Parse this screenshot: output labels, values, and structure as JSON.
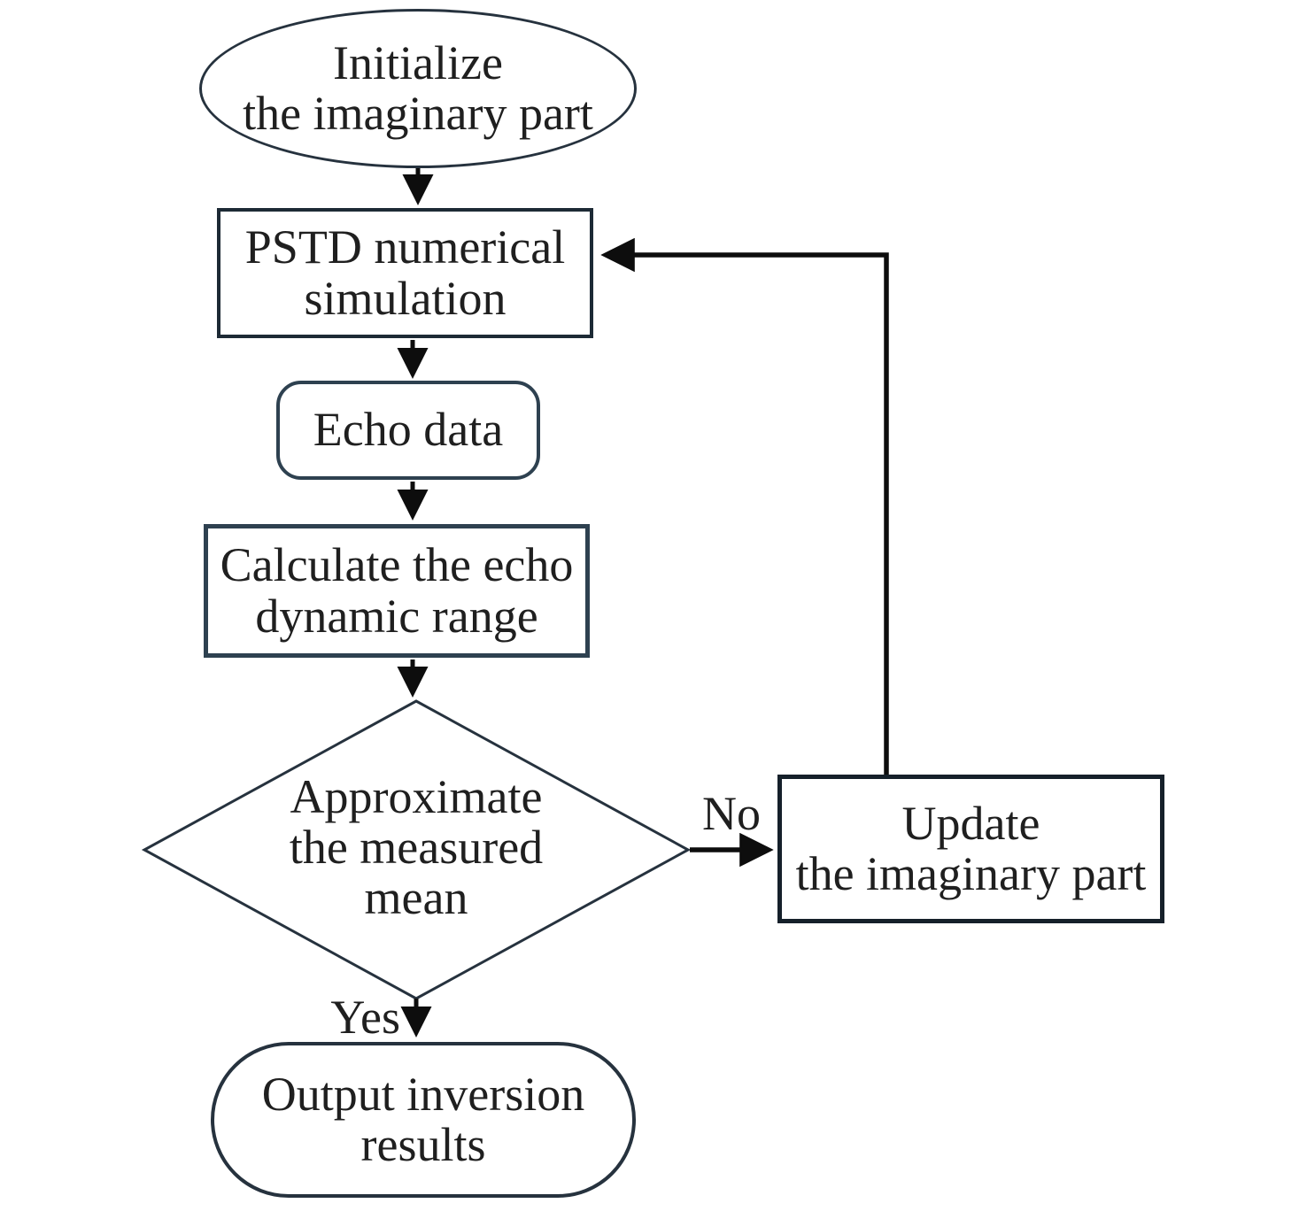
{
  "nodes": {
    "start": {
      "lines": [
        "Initialize",
        "the imaginary part"
      ]
    },
    "pstd": {
      "lines": [
        "PSTD numerical",
        "simulation"
      ]
    },
    "echo": {
      "lines": [
        "Echo data"
      ]
    },
    "calc": {
      "lines": [
        "Calculate the echo",
        "dynamic range"
      ]
    },
    "decision": {
      "lines": [
        "Approximate",
        "the measured",
        "mean"
      ]
    },
    "update": {
      "lines": [
        "Update",
        "the imaginary part"
      ]
    },
    "output": {
      "lines": [
        "Output inversion",
        "results"
      ]
    }
  },
  "edge_labels": {
    "yes": "Yes",
    "no": "No"
  },
  "colors": {
    "background": "#ffffff",
    "shape_border": "#26323e",
    "arrow": "#0d0d0d",
    "text": "#1f1f1f"
  }
}
